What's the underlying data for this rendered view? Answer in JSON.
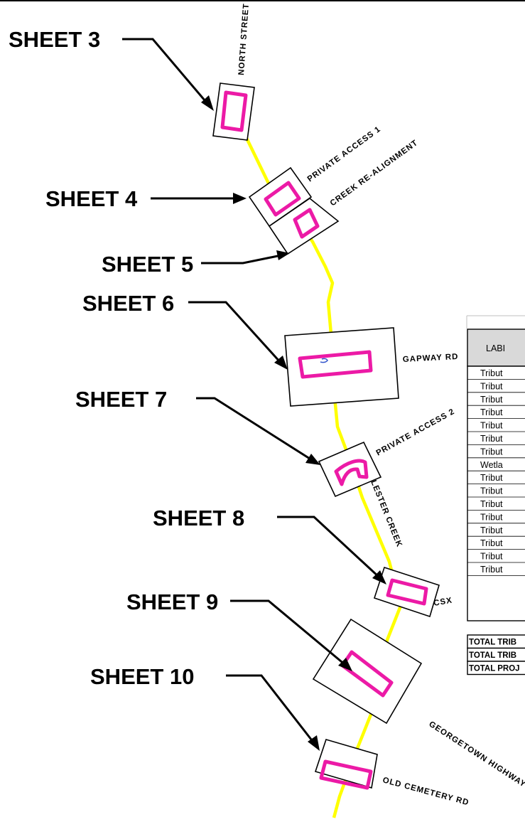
{
  "sheet_labels": [
    "SHEET 3",
    "SHEET 4",
    "SHEET 5",
    "SHEET 6",
    "SHEET 7",
    "SHEET 8",
    "SHEET 9",
    "SHEET 10"
  ],
  "road_labels": {
    "north_street": "NORTH STREET",
    "private_access_1": "PRIVATE ACCESS 1",
    "creek_realignment": "CREEK RE-ALIGNMENT",
    "gapway_rd": "GAPWAY RD",
    "private_access_2": "PRIVATE ACCESS 2",
    "lester_creek": "LESTER CREEK",
    "csx": "CSX",
    "georgetown_highway": "GEORGETOWN HIGHWAY",
    "old_cemetery_rd": "OLD CEMETERY RD"
  },
  "table": {
    "header": "LABI",
    "rows": [
      "Tribut",
      "Tribut",
      "Tribut",
      "Tribut",
      "Tribut",
      "Tribut",
      "Tribut",
      "Wetla",
      "Tribut",
      "Tribut",
      "Tribut",
      "Tribut",
      "Tribut",
      "Tribut",
      "Tribut",
      "Tribut"
    ],
    "totals": [
      "TOTAL TRIB",
      "TOTAL TRIB",
      "TOTAL PROJ"
    ]
  },
  "colors": {
    "creek_line": "#ffff00",
    "impact_marker": "#ec1aa6",
    "outline": "#000000"
  }
}
